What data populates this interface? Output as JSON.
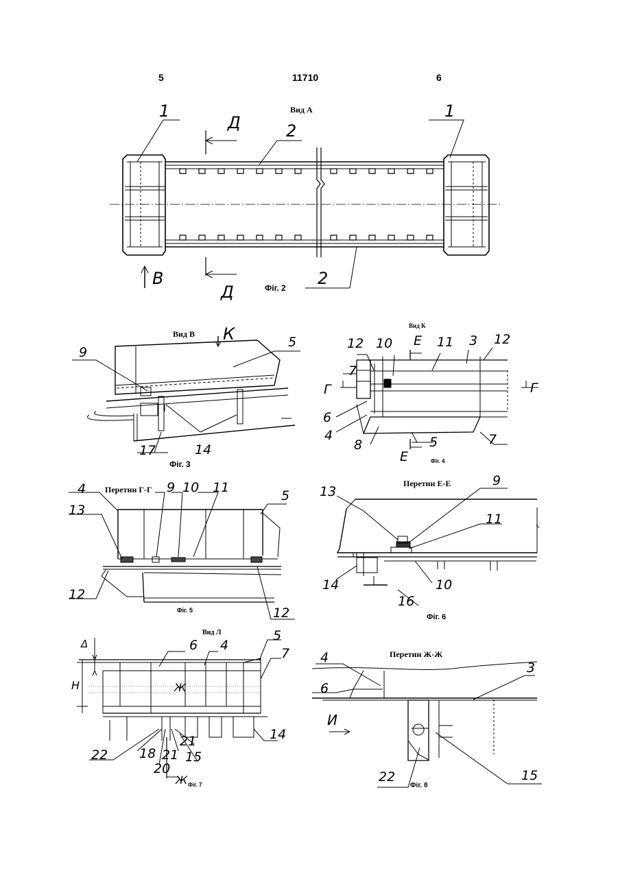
{
  "header": {
    "left_page": "5",
    "patent_number": "11710",
    "right_page": "6"
  },
  "fig2": {
    "view_title": "Вид А",
    "caption": "Фіг. 2",
    "labels": {
      "n1_left": "1",
      "n1_right": "1",
      "n2_top": "2",
      "n2_bottom": "2",
      "d_top": "Д",
      "d_bottom": "Д",
      "v_arrow": "В"
    }
  },
  "fig3": {
    "view_title": "Вид В",
    "caption": "Фіг. 3",
    "labels": {
      "k": "К",
      "n9": "9",
      "n5": "5",
      "n17": "17",
      "n14": "14"
    }
  },
  "fig4": {
    "view_title": "Вид К",
    "caption": "Фіг. 4",
    "labels": {
      "n12a": "12",
      "n10": "10",
      "e_top": "Е",
      "n11": "11",
      "n3": "3",
      "n12b": "12",
      "n7a": "7",
      "g_left": "Г",
      "g_right": "Г",
      "n6": "6",
      "n4": "4",
      "n8": "8",
      "n5": "5",
      "n7b": "7",
      "e_bottom": "Е"
    }
  },
  "fig5": {
    "view_title": "Перетин Г-Г",
    "caption": "Фіг. 5",
    "labels": {
      "n4": "4",
      "n9": "9",
      "n10": "10",
      "n11": "11",
      "n13": "13",
      "n5": "5",
      "n12a": "12",
      "n12b": "12"
    }
  },
  "fig6": {
    "view_title": "Перетин Е-Е",
    "caption": "Фіг. 6",
    "labels": {
      "n13": "13",
      "n9": "9",
      "n11": "11",
      "n14": "14",
      "n16": "16",
      "n10": "10"
    }
  },
  "fig7": {
    "view_title": "Вид Л",
    "caption": "Фіг. 7",
    "labels": {
      "dim_small": "Δ",
      "dim_h": "H",
      "n6": "6",
      "n4": "4",
      "n5": "5",
      "n7": "7",
      "zh_center": "Ж",
      "n22": "22",
      "n18": "18",
      "n20": "20",
      "n21a": "21",
      "n21b": "21",
      "n15": "15",
      "n14": "14",
      "zh_bottom": "Ж"
    }
  },
  "fig8": {
    "view_title": "Перетин Ж-Ж",
    "caption": "Фіг. 8",
    "labels": {
      "n4": "4",
      "n6": "6",
      "n3": "3",
      "i_arrow": "И",
      "n22": "22",
      "n15": "15"
    }
  }
}
